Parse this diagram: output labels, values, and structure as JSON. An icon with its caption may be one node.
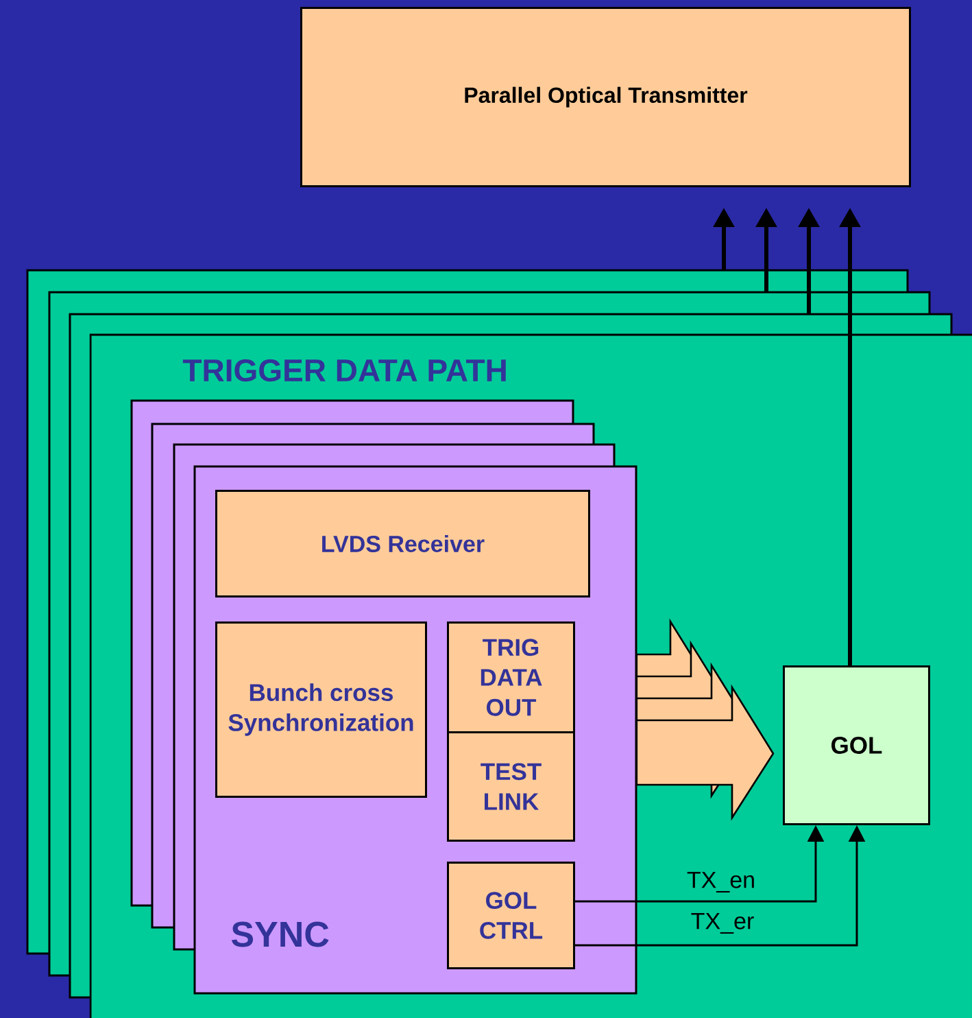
{
  "diagram": {
    "nodes": [
      {
        "text": [
          "Parallel Optical Transmitter"
        ]
      },
      {
        "text": [
          "TRIGGER DATA PATH"
        ]
      },
      {
        "text": [
          "SYNC"
        ],
        "in": 1
      },
      {
        "text": [
          "LVDS Receiver"
        ],
        "in": 2
      },
      {
        "text": [
          "Bunch cross Synchronization"
        ],
        "in": 2
      },
      {
        "text": [
          "TRIG DATA OUT"
        ],
        "in": 2
      },
      {
        "text": [
          "TEST LINK"
        ],
        "in": 2
      },
      {
        "text": [
          "GOL CTRL"
        ],
        "in": 2
      },
      {
        "text": [
          "GOL"
        ],
        "in": 1
      }
    ],
    "edges": [
      {
        "from": 1,
        "to": 0,
        "arrow": "to"
      },
      {
        "from": 1,
        "to": 0,
        "arrow": "to"
      },
      {
        "from": 1,
        "to": 0,
        "arrow": "to"
      },
      {
        "from": 8,
        "to": 0,
        "arrow": "to"
      },
      {
        "from": 2,
        "to": 8,
        "arrow": "to",
        "style": "thick"
      },
      {
        "from": 2,
        "to": 8,
        "arrow": "to",
        "style": "thick"
      },
      {
        "from": 2,
        "to": 8,
        "arrow": "to",
        "style": "thick"
      },
      {
        "from": 2,
        "to": 8,
        "arrow": "to",
        "style": "thick"
      },
      {
        "from": 7,
        "to": 8,
        "arrow": "to",
        "label": "TX_en"
      },
      {
        "from": 7,
        "to": 8,
        "arrow": "to",
        "label": "TX_er"
      }
    ]
  }
}
